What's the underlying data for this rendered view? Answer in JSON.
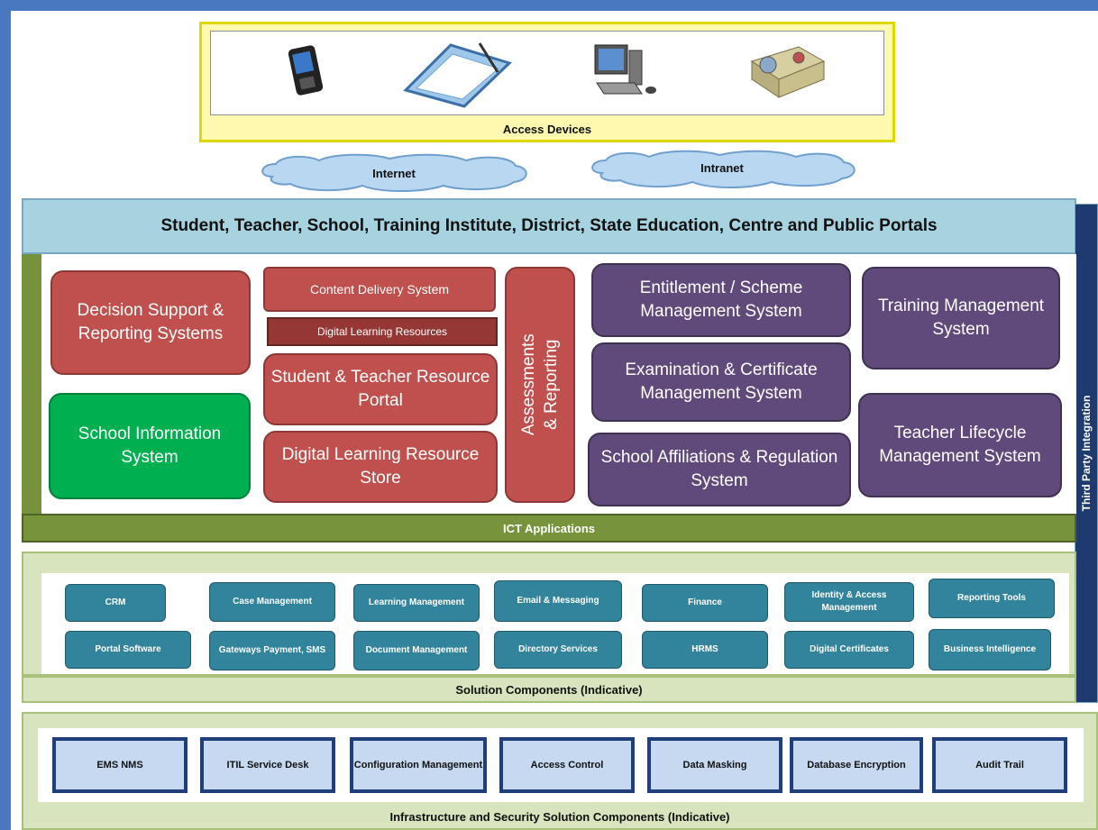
{
  "access": {
    "label": "Access Devices",
    "devices": [
      "mobile-phone-icon",
      "tablet-pen-icon",
      "desktop-computer-icon",
      "projector-icon"
    ]
  },
  "networks": {
    "internet": "Internet",
    "intranet": "Intranet"
  },
  "portals": {
    "title": "Student, Teacher, School, Training Institute, District, State Education, Centre and Public Portals"
  },
  "third_party": {
    "label": "Third Party Integration"
  },
  "ict": {
    "label": "ICT Applications",
    "decision_support": "Decision Support & Reporting Systems",
    "school_info": "School Information System",
    "content_delivery": "Content Delivery System",
    "digital_learning_resources": "Digital Learning Resources",
    "resource_portal": "Student & Teacher Resource Portal",
    "resource_store": "Digital Learning Resource Store",
    "assessments": "Assessments & Reporting",
    "entitlement": "Entitlement / Scheme Management System",
    "examination": "Examination & Certificate Management System",
    "affiliations": "School Affiliations & Regulation System",
    "training": "Training Management System",
    "teacher_lifecycle": "Teacher Lifecycle Management System"
  },
  "solution": {
    "label": "Solution Components (Indicative)",
    "row1": [
      "CRM",
      "Case Management",
      "Learning Management",
      "Email & Messaging",
      "Finance",
      "Identity & Access Management",
      "Reporting Tools"
    ],
    "row2": [
      "Portal Software",
      "Gateways Payment, SMS",
      "Document Management",
      "Directory Services",
      "HRMS",
      "Digital Certificates",
      "Business Intelligence"
    ]
  },
  "infra": {
    "label": "Infrastructure and Security Solution Components (Indicative)",
    "items": [
      "EMS NMS",
      "ITIL Service Desk",
      "Configuration Management",
      "Access Control",
      "Data Masking",
      "Database Encryption",
      "Audit Trail"
    ]
  }
}
